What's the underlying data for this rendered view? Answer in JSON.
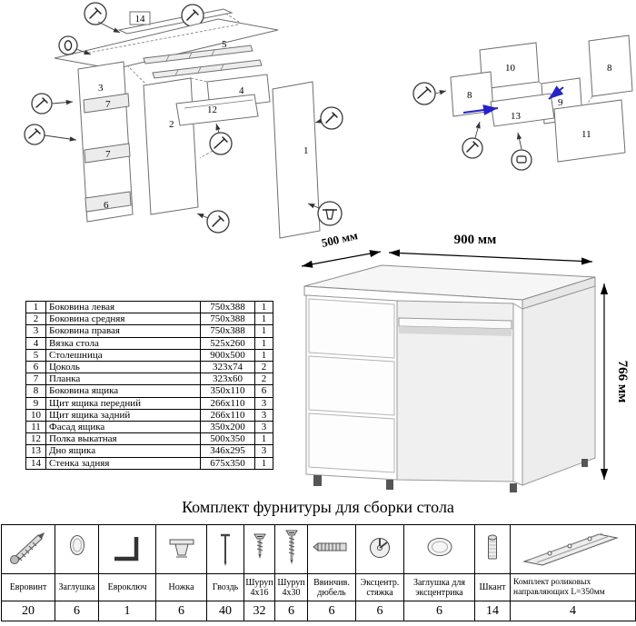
{
  "left_diagram": {
    "labels": {
      "l14": "14",
      "l5": "5",
      "l3": "3",
      "l7a": "7",
      "l7b": "7",
      "l6": "6",
      "l2": "2",
      "l4": "4",
      "l12": "12",
      "l1": "1"
    }
  },
  "right_diagram": {
    "labels": {
      "l10": "10",
      "l8a": "8",
      "l8b": "8",
      "l9": "9",
      "l13": "13",
      "l11": "11"
    }
  },
  "desk": {
    "width_label": "900 мм",
    "depth_label": "500 мм",
    "height_label": "766 мм"
  },
  "parts_table": {
    "rows": [
      {
        "num": "1",
        "name": "Боковина левая",
        "size": "750x388",
        "qty": "1"
      },
      {
        "num": "2",
        "name": "Боковина средняя",
        "size": "750x388",
        "qty": "1"
      },
      {
        "num": "3",
        "name": "Боковина правая",
        "size": "750x388",
        "qty": "1"
      },
      {
        "num": "4",
        "name": "Вязка стола",
        "size": "525x260",
        "qty": "1"
      },
      {
        "num": "5",
        "name": "Столешница",
        "size": "900x500",
        "qty": "1"
      },
      {
        "num": "6",
        "name": "Цоколь",
        "size": "323x74",
        "qty": "2"
      },
      {
        "num": "7",
        "name": "Планка",
        "size": "323x60",
        "qty": "2"
      },
      {
        "num": "8",
        "name": "Боковина ящика",
        "size": "350x110",
        "qty": "6"
      },
      {
        "num": "9",
        "name": "Щит ящика передний",
        "size": "266x110",
        "qty": "3"
      },
      {
        "num": "10",
        "name": "Щит ящика задний",
        "size": "266x110",
        "qty": "3"
      },
      {
        "num": "11",
        "name": "Фасад ящика",
        "size": "350x200",
        "qty": "3"
      },
      {
        "num": "12",
        "name": "Полка выкатная",
        "size": "500x350",
        "qty": "1"
      },
      {
        "num": "13",
        "name": "Дно ящика",
        "size": "346x295",
        "qty": "3"
      },
      {
        "num": "14",
        "name": "Стенка задняя",
        "size": "675x350",
        "qty": "1"
      }
    ]
  },
  "hardware": {
    "title": "Комплект фурнитуры для сборки стола",
    "items": [
      {
        "name": "Евровинт",
        "qty": "20"
      },
      {
        "name": "Заглушка",
        "qty": "6"
      },
      {
        "name": "Евроключ",
        "qty": "1"
      },
      {
        "name": "Ножка",
        "qty": "6"
      },
      {
        "name": "Гвоздь",
        "qty": "40"
      },
      {
        "name": "Шуруп 4х16",
        "qty": "32"
      },
      {
        "name": "Шуруп 4х30",
        "qty": "6"
      },
      {
        "name": "Ввинчив. дюбель",
        "qty": "6"
      },
      {
        "name": "Эксцентр. стяжка",
        "qty": "6"
      },
      {
        "name": "Заглушка для эксцентрика",
        "qty": "6"
      },
      {
        "name": "Шкант",
        "qty": "14"
      },
      {
        "name": "Комплект роликовых направляющих L=350мм",
        "qty": "4"
      }
    ]
  }
}
